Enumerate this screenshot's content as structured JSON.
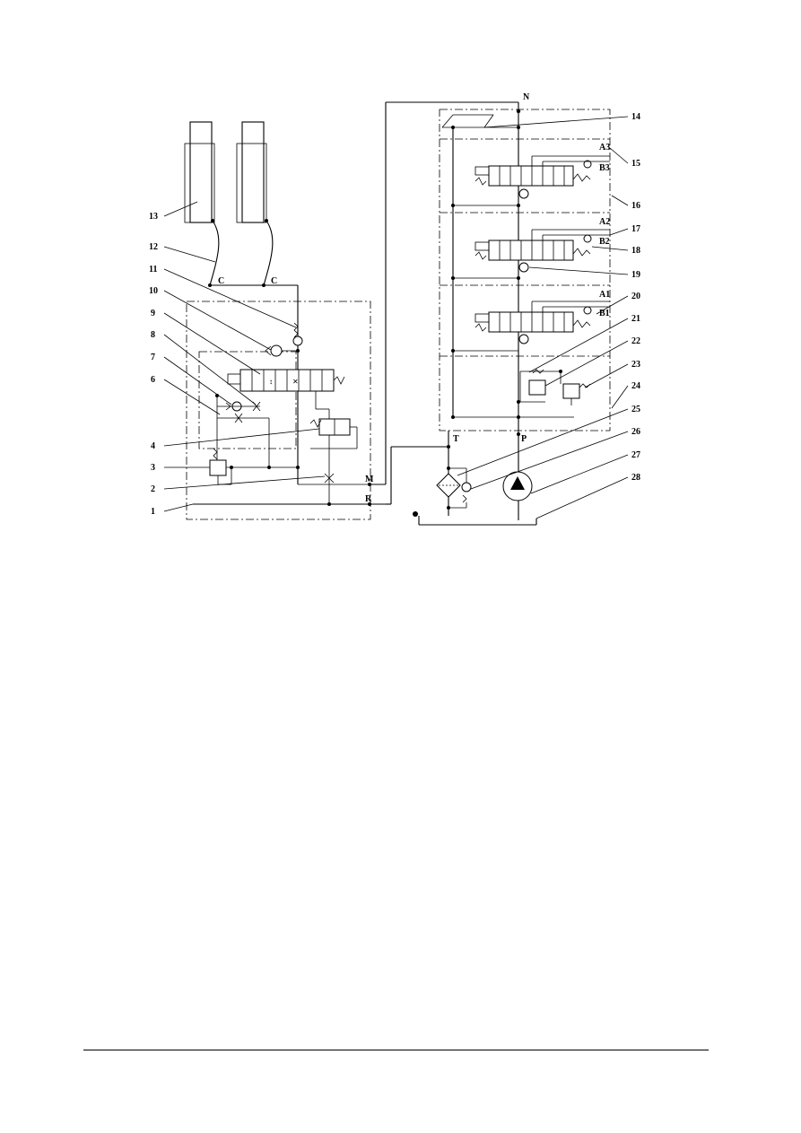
{
  "diagram": {
    "callouts": [
      "1",
      "2",
      "3",
      "4",
      "6",
      "7",
      "8",
      "9",
      "10",
      "11",
      "12",
      "13",
      "14",
      "15",
      "16",
      "17",
      "18",
      "19",
      "20",
      "21",
      "22",
      "23",
      "24",
      "25",
      "26",
      "27",
      "28"
    ],
    "ports": {
      "C": "C",
      "N": "N",
      "T": "T",
      "P": "P",
      "M": "M",
      "R": "R",
      "A1": "A1",
      "A2": "A2",
      "A3": "A3",
      "B1": "B1",
      "B2": "B2",
      "B3": "B3"
    }
  }
}
